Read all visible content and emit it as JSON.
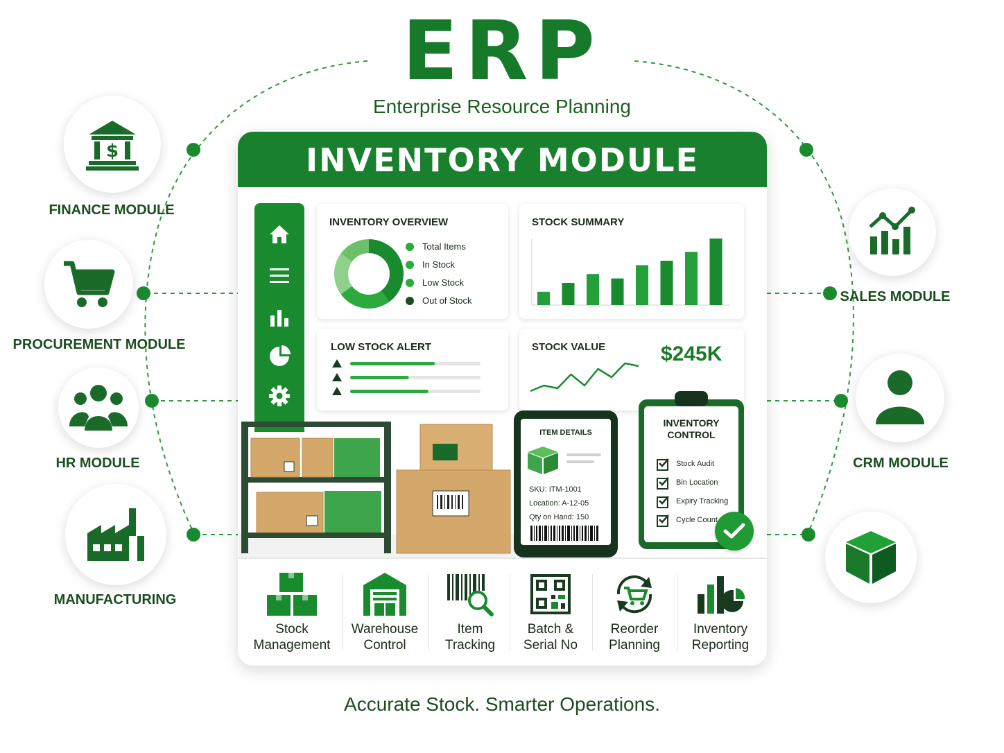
{
  "header": {
    "title": "ERP",
    "subtitle": "Enterprise Resource Planning"
  },
  "modules": {
    "finance": "FINANCE MODULE",
    "procurement": "PROCUREMENT MODULE",
    "hr": "HR MODULE",
    "manufacturing": "MANUFACTURING",
    "sales": "SALES MODULE",
    "crm": "CRM MODULE"
  },
  "inventory": {
    "heading": "INVENTORY MODULE",
    "overview": {
      "title": "INVENTORY OVERVIEW",
      "legend": [
        "Total Items",
        "In Stock",
        "Low Stock",
        "Out of Stock"
      ]
    },
    "stock_summary": {
      "title": "STOCK SUMMARY"
    },
    "low_stock": {
      "title": "LOW STOCK ALERT",
      "levels": [
        0.65,
        0.45,
        0.6
      ]
    },
    "stock_value": {
      "title": "STOCK VALUE",
      "value": "$245K"
    },
    "item_details": {
      "title": "ITEM DETAILS",
      "sku": "SKU: ITM-1001",
      "location": "Location:  A-12-05",
      "qty": "Qty on Hand:  150"
    },
    "control": {
      "title_line1": "INVENTORY",
      "title_line2": "CONTROL",
      "items": [
        "Stock Audit",
        "Bin Location",
        "Expiry Tracking",
        "Cycle Count"
      ]
    },
    "features": [
      {
        "line1": "Stock",
        "line2": "Management"
      },
      {
        "line1": "Warehouse",
        "line2": "Control"
      },
      {
        "line1": "Item",
        "line2": "Tracking"
      },
      {
        "line1": "Batch &",
        "line2": "Serial No"
      },
      {
        "line1": "Reorder",
        "line2": "Planning"
      },
      {
        "line1": "Inventory",
        "line2": "Reporting"
      }
    ]
  },
  "tagline": "Accurate Stock. Smarter Operations.",
  "colors": {
    "primary": "#1a8a2e",
    "dark": "#1b4d1f",
    "light": "#8fd18a",
    "box": "#d4a86a"
  },
  "chart_data": [
    {
      "type": "pie",
      "values": [
        40,
        25,
        20,
        15
      ]
    },
    {
      "type": "bar",
      "values": [
        3,
        5,
        7,
        6,
        9,
        10,
        12,
        15
      ]
    },
    {
      "type": "line",
      "values": [
        2,
        3,
        2.5,
        5,
        3,
        6,
        4.5,
        7,
        6.5
      ]
    }
  ]
}
